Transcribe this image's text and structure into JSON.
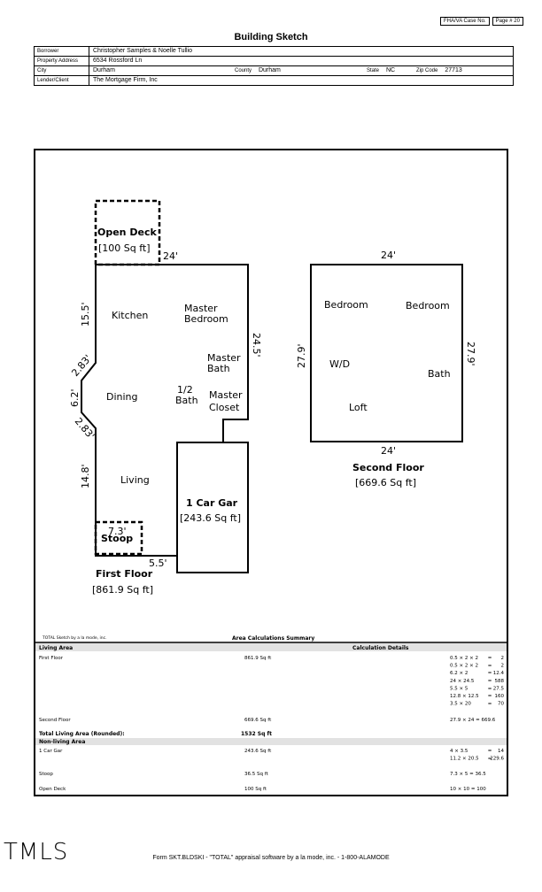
{
  "header": {
    "case_label": "FHA/VA Case No.",
    "page_label": "Page # 20",
    "title": "Building Sketch"
  },
  "info": {
    "borrower_label": "Borrower",
    "borrower": "Christopher Samples & Noelle Tullio",
    "address_label": "Property Address",
    "address": "6534 Rossford Ln",
    "city_label": "City",
    "city": "Durham",
    "county_label": "County",
    "county": "Durham",
    "state_label": "State",
    "state": "NC",
    "zip_label": "Zip Code",
    "zip": "27713",
    "lender_label": "Lender/Client",
    "lender": "The Mortgage Firm, Inc"
  },
  "sketch": {
    "open_deck": "Open Deck",
    "open_deck_area": "[100 Sq ft]",
    "top_dim_first": "24'",
    "kitchen": "Kitchen",
    "master_bedroom_1": "Master",
    "master_bedroom_2": "Bedroom",
    "dim_15_5": "15.5'",
    "dim_24_5": "24.5'",
    "dim_2_83a": "2.83'",
    "dim_6_2": "6.2'",
    "dim_2_83b": "2.83'",
    "dim_14_8": "14.8'",
    "master_bath_1": "Master",
    "master_bath_2": "Bath",
    "dining": "Dining",
    "half_bath_1": "1/2",
    "half_bath_2": "Bath",
    "master_closet_1": "Master",
    "master_closet_2": "Closet",
    "living": "Living",
    "garage": "1 Car Gar",
    "garage_area": "[243.6 Sq ft]",
    "dim_7_3": "7.3'",
    "stoop": "Stoop",
    "dim_5_5": "5.5'",
    "first_floor": "First Floor",
    "first_floor_area": "[861.9 Sq ft]",
    "top_dim_second": "24'",
    "bedroom_a": "Bedroom",
    "bedroom_b": "Bedroom",
    "dim_27_9_left": "27.9'",
    "dim_27_9_right": "27.9'",
    "wd": "W/D",
    "bath": "Bath",
    "loft": "Loft",
    "bottom_dim_second": "24'",
    "second_floor": "Second Floor",
    "second_floor_area": "[669.6 Sq ft]",
    "software_note": "TOTAL Sketch by a la mode, inc."
  },
  "area_table": {
    "title": "Area Calculations Summary",
    "living_header": "Living Area",
    "calc_header": "Calculation Details",
    "first_floor_label": "First Floor",
    "first_floor_value": "861.9 Sq ft",
    "first_floor_calcs": [
      {
        "expr": "0.5 × 2 × 2",
        "eq": "=",
        "result": "2"
      },
      {
        "expr": "0.5 × 2 × 2",
        "eq": "=",
        "result": "2"
      },
      {
        "expr": "6.2 × 2",
        "eq": "=",
        "result": "12.4"
      },
      {
        "expr": "24 × 24.5",
        "eq": "=",
        "result": "588"
      },
      {
        "expr": "5.5 × 5",
        "eq": "=",
        "result": "27.5"
      },
      {
        "expr": "12.8 × 12.5",
        "eq": "=",
        "result": "160"
      },
      {
        "expr": "3.5 × 20",
        "eq": "=",
        "result": "70"
      }
    ],
    "second_floor_label": "Second Floor",
    "second_floor_value": "669.6 Sq ft",
    "second_floor_calc": "27.9 × 24   =  669.6",
    "total_label": "Total Living Area (Rounded):",
    "total_value": "1532 Sq ft",
    "nonliving_header": "Non-living Area",
    "garage_label": "1 Car Gar",
    "garage_value": "243.6 Sq ft",
    "garage_calcs": [
      {
        "expr": "4 × 3.5",
        "eq": "=",
        "result": "14"
      },
      {
        "expr": "11.2 × 20.5",
        "eq": "=",
        "result": "229.6"
      }
    ],
    "stoop_label": "Stoop",
    "stoop_value": "36.5 Sq ft",
    "stoop_calc": "7.3 × 5   =   36.5",
    "deck_label": "Open Deck",
    "deck_value": "100 Sq ft",
    "deck_calc": "10 × 10   =   100"
  },
  "footer": {
    "brand": "TMLS",
    "form": "Form SKT.BLDSKI - \"TOTAL\" appraisal software by a la mode, inc. - 1-800-ALAMODE"
  }
}
